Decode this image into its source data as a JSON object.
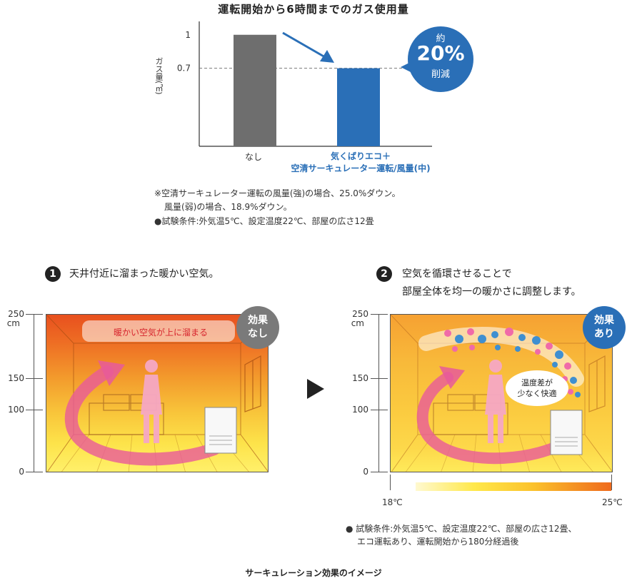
{
  "chart_data": {
    "type": "bar",
    "title": "運転開始から6時間までのガス使用量",
    "ylabel": "ガス量(㎥)",
    "categories": [
      "なし",
      "気くばりエコ＋ 空清サーキュレーター運転/風量(中)"
    ],
    "category_lines": [
      [
        "なし"
      ],
      [
        "気くばりエコ＋",
        "空清サーキュレーター運転/風量(中)"
      ]
    ],
    "values": [
      1,
      0.7
    ],
    "yticks": [
      1,
      0.7
    ],
    "ytick_labels": [
      "1",
      "0.7"
    ],
    "ylim": [
      0,
      1.12
    ],
    "bar_colors": [
      "#6e6e6e",
      "#2a6fb7"
    ],
    "reference_line": 0.7,
    "reduction_badge": {
      "line1": "約",
      "line2": "20%",
      "line3": "削減",
      "color": "#2a6fb7"
    }
  },
  "notes": [
    "※空清サーキュレーター運転の風量(強)の場合、25.0%ダウン。",
    "風量(弱)の場合、18.9%ダウン。",
    "●試験条件:外気温5℃、設定温度22℃、部屋の広さ12畳"
  ],
  "sections": [
    {
      "number": "1",
      "lines": [
        "天井付近に溜まった暖かい空気。"
      ],
      "effect_badge": [
        "効果",
        "なし"
      ],
      "warm_air_label": "暖かい空気が上に溜まる"
    },
    {
      "number": "2",
      "lines": [
        "空気を循環させることで",
        "部屋全体を均一の暖かさに調整します。"
      ],
      "effect_badge": [
        "効果",
        "あり"
      ],
      "speech": [
        "温度差が",
        "少なく快適"
      ]
    }
  ],
  "height_axis": {
    "labels": [
      "250",
      "150",
      "100",
      "0"
    ],
    "unit": "cm",
    "values_cm": [
      250,
      150,
      100,
      0
    ]
  },
  "temperature_scale": {
    "min": "18℃",
    "max": "25℃"
  },
  "test_conditions": [
    "● 試験条件:外気温5℃、設定温度22℃、部屋の広さ12畳、",
    "エコ運転あり、運転開始から180分経過後"
  ],
  "caption": "サーキュレーション効果のイメージ",
  "colors": {
    "accent_blue": "#2a6fb7",
    "gray_bar": "#6e6e6e",
    "warm_red": "#d7262e",
    "pink_flow": "#e85a9a"
  }
}
